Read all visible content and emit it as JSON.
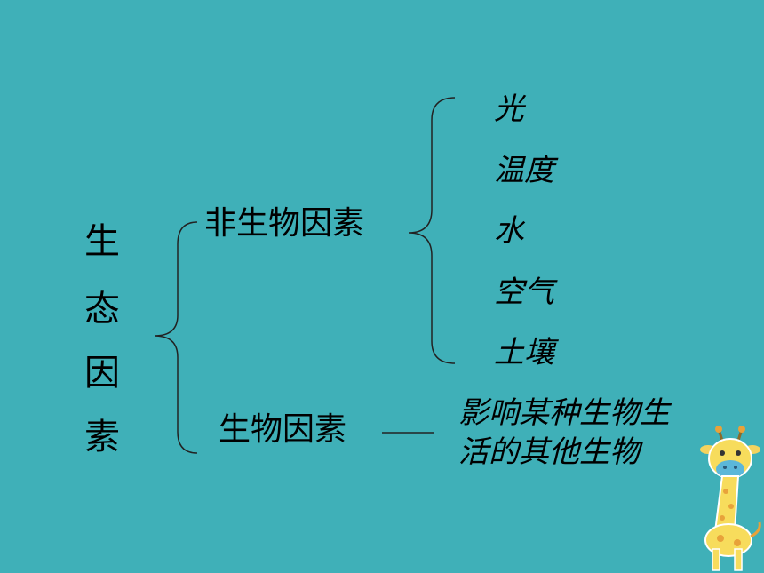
{
  "root": {
    "chars": [
      "生",
      "态",
      "因",
      "素"
    ]
  },
  "branches": {
    "abiotic": {
      "label": "非生物因素",
      "items": [
        "光",
        "温度",
        "水",
        "空气",
        "土壤"
      ]
    },
    "biotic": {
      "label": "生物因素",
      "description": [
        "影响某种生物生",
        "活的其他生物"
      ]
    }
  },
  "colors": {
    "background": "#3fb0b8",
    "text": "#000000"
  },
  "decoration": {
    "icon": "giraffe-icon"
  }
}
